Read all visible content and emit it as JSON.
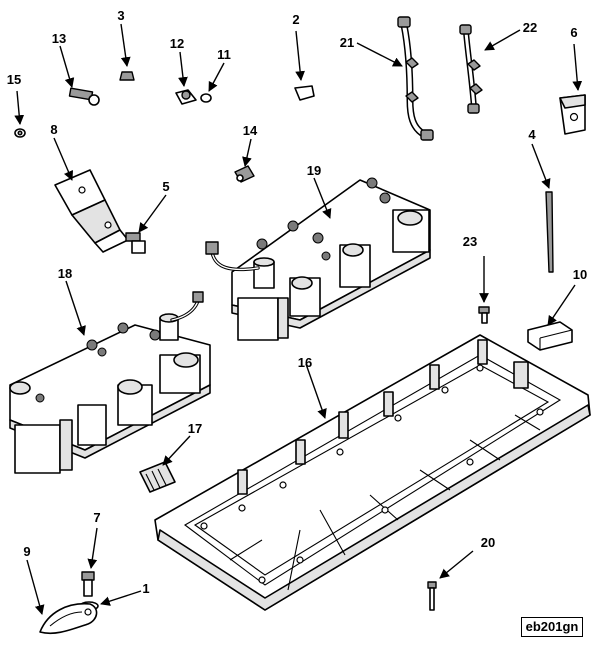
{
  "callouts": {
    "c1": "1",
    "c2": "2",
    "c3": "3",
    "c4": "4",
    "c5": "5",
    "c6": "6",
    "c7": "7",
    "c8": "8",
    "c9": "9",
    "c10": "10",
    "c11": "11",
    "c12": "12",
    "c13": "13",
    "c14": "14",
    "c15": "15",
    "c16": "16",
    "c17": "17",
    "c18": "18",
    "c19": "19",
    "c20": "20",
    "c21": "21",
    "c22": "22",
    "c23": "23"
  },
  "figure_ref": "eb201gn"
}
